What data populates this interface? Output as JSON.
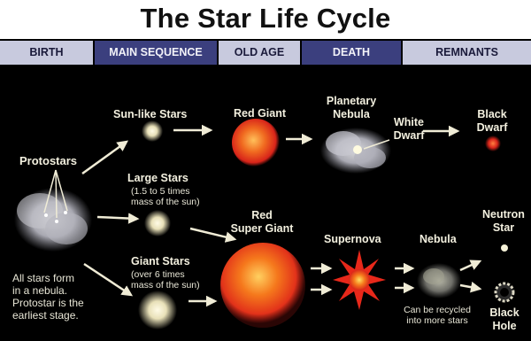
{
  "title": "The Star Life Cycle",
  "stages": [
    "BIRTH",
    "MAIN SEQUENCE",
    "OLD AGE",
    "DEATH",
    "REMNANTS"
  ],
  "labels": {
    "protostars": "Protostars",
    "sun_like": "Sun-like Stars",
    "red_giant": "Red Giant",
    "planetary_1": "Planetary",
    "planetary_2": "Nebula",
    "white_1": "White",
    "white_2": "Dwarf",
    "black_dwarf_1": "Black",
    "black_dwarf_2": "Dwarf",
    "large_stars": "Large Stars",
    "large_note_1": "(1.5 to 5 times",
    "large_note_2": "mass of the sun)",
    "red_super_1": "Red",
    "red_super_2": "Super Giant",
    "neutron_1": "Neutron",
    "neutron_2": "Star",
    "giant_stars": "Giant Stars",
    "giant_note_1": "(over 6 times",
    "giant_note_2": "mass of the sun)",
    "supernova": "Supernova",
    "nebula": "Nebula",
    "recycle_1": "Can be recycled",
    "recycle_2": "into more stars",
    "black_hole_1": "Black",
    "black_hole_2": "Hole",
    "birth_note_1": "All stars form",
    "birth_note_2": "in a nebula.",
    "birth_note_3": "Protostar is the",
    "birth_note_4": "earliest stage."
  },
  "colors": {
    "background": "#000000",
    "label_text": "#f3f0df",
    "stage_bar_dark": "#3b3f7e",
    "stage_bar_light": "#c8cade",
    "arrow": "#f0ecd6",
    "red_giant": "#e8321c",
    "supernova": "#f05a14"
  }
}
